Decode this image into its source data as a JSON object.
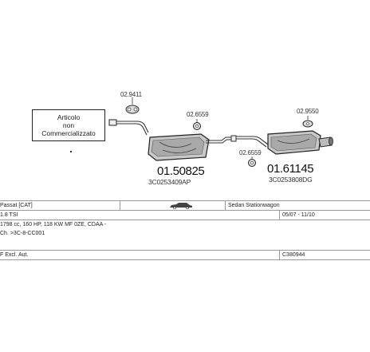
{
  "notice": {
    "line1": "Articolo",
    "line2": "non",
    "line3": "Commercializzato"
  },
  "diagram": {
    "part1": {
      "code": "01.50825",
      "oe": "3C0253409AP"
    },
    "part2": {
      "code": "01.61145",
      "oe": "3C0253808DG"
    },
    "accessories": {
      "hanger_front": "02.9411",
      "hanger_mid": "02.6559",
      "hanger_mid2": "02.6559",
      "hanger_rear": "02.9550"
    }
  },
  "info": {
    "model": "Passat  [CAT]",
    "body_type": "Sedan Stationwagon",
    "engine": "1.8 TSI",
    "date_range": "05/07 - 11/10",
    "specs": "1798 cc, 160 HP, 118 KW MF 0ZE, CDAA -",
    "chassis": "Ch. >3C-8-CC001",
    "note": "F Excl. Aut.",
    "reference": "C380944"
  },
  "icons": {
    "vehicle": "sedan-wagon-silhouette-icon"
  }
}
